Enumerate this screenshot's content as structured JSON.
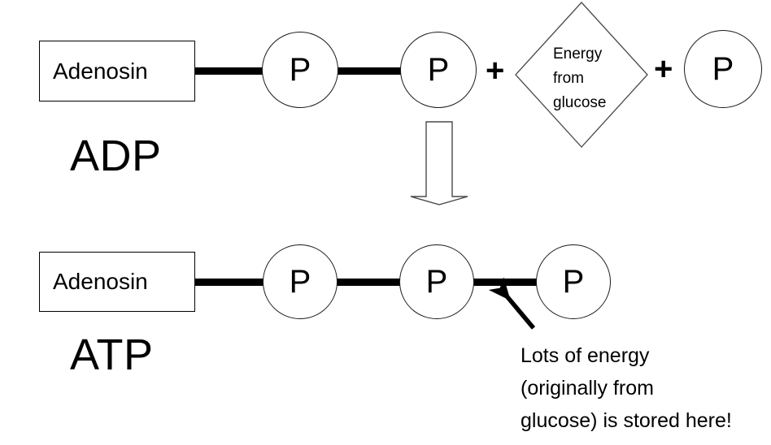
{
  "diagram": {
    "title": "ADP to ATP energy storage diagram",
    "colors": {
      "stroke": "#000000",
      "thin_stroke": "#1a1a1a",
      "background": "#ffffff"
    },
    "top_reaction": {
      "adenosin_label": "Adenosin",
      "phosphates": [
        {
          "label": "P"
        },
        {
          "label": "P"
        }
      ],
      "plus_one": "+",
      "energy_diamond": {
        "lines": [
          "Energy",
          "from",
          "glucose"
        ]
      },
      "plus_two": "+",
      "free_phosphate": {
        "label": "P"
      },
      "molecule_name": "ADP"
    },
    "transition_arrow": {
      "direction": "down"
    },
    "bottom_reaction": {
      "adenosin_label": "Adenosin",
      "phosphates": [
        {
          "label": "P"
        },
        {
          "label": "P"
        },
        {
          "label": "P"
        }
      ],
      "molecule_name": "ATP"
    },
    "annotation": {
      "lines": [
        "Lots of energy",
        "(originally from",
        "glucose) is stored here!"
      ]
    }
  }
}
